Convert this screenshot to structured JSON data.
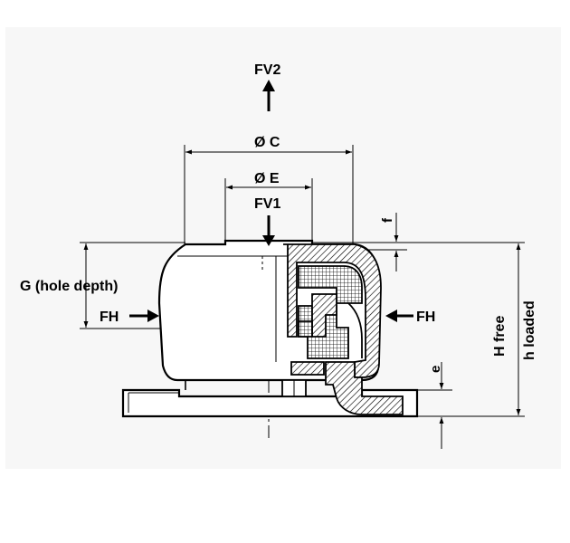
{
  "diagram": {
    "labels": {
      "fv2": "FV2",
      "fv1": "FV1",
      "diam_c": "Ø C",
      "diam_e": "Ø E",
      "f": "f",
      "g": "G (hole depth)",
      "fh_left": "FH",
      "fh_right": "FH",
      "h_free": "H free",
      "h_loaded": "h loaded",
      "e": "e"
    }
  }
}
